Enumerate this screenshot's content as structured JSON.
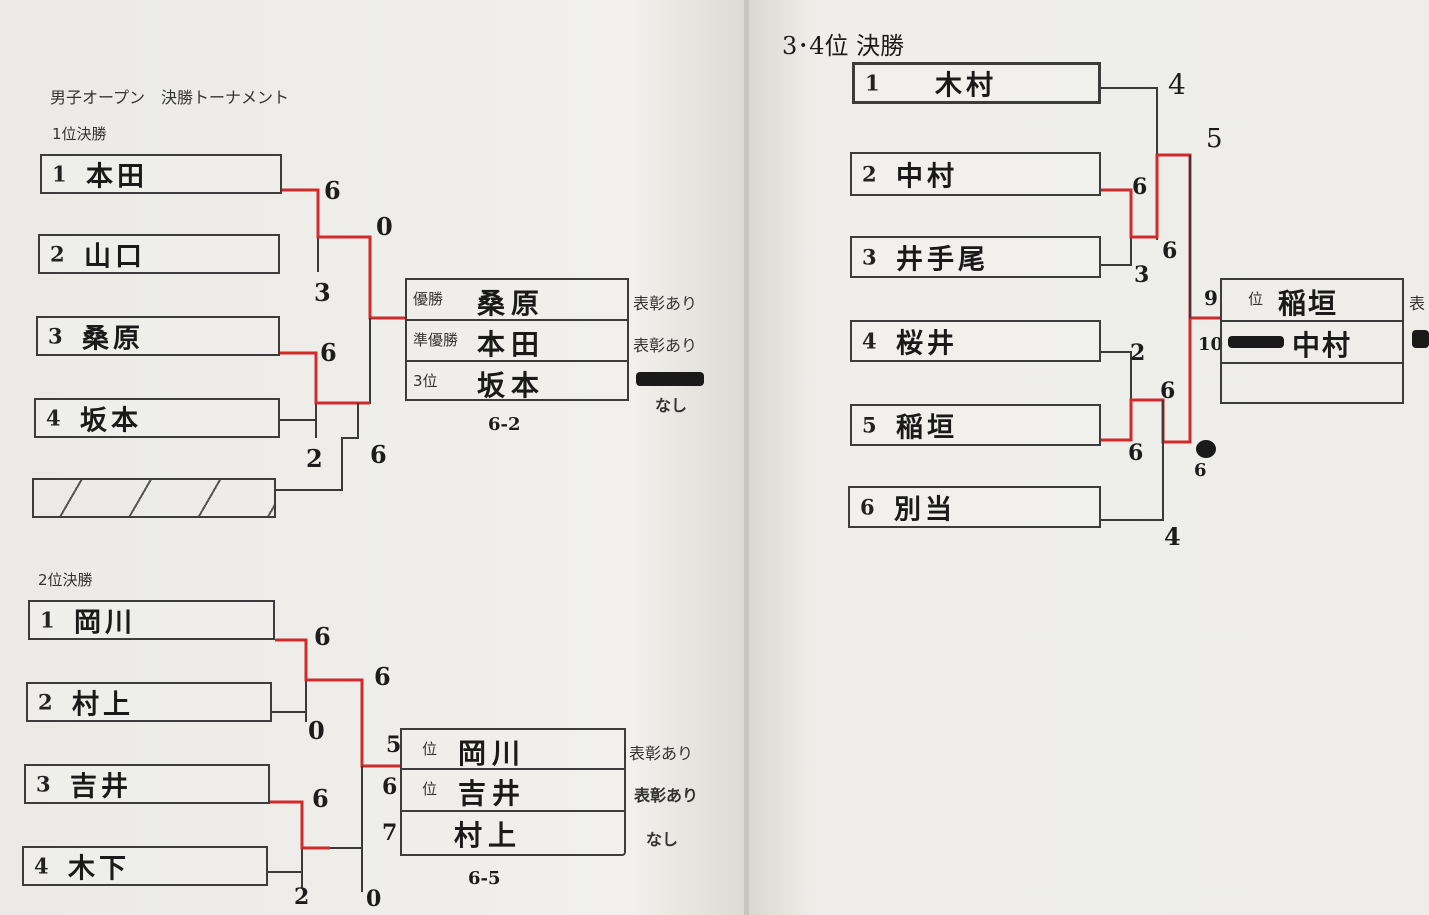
{
  "document": {
    "title": "男子オープン　決勝トーナメント",
    "sections": {
      "first_place": {
        "heading": "1位決勝",
        "players": [
          {
            "seed": "1",
            "name": "本田"
          },
          {
            "seed": "2",
            "name": "山口"
          },
          {
            "seed": "3",
            "name": "桑原"
          },
          {
            "seed": "4",
            "name": "坂本"
          },
          {
            "seed": "",
            "name": ""
          }
        ],
        "scores": {
          "s1": "6",
          "s2": "3",
          "s3": "6",
          "s4": "2",
          "semi_top": "0",
          "semi_bottom": "6"
        },
        "results": [
          {
            "rank": "優勝",
            "name": "桑原",
            "award": "表彰あり"
          },
          {
            "rank": "準優勝",
            "name": "本田",
            "award": "表彰あり"
          },
          {
            "rank": "3位",
            "name": "坂本",
            "award": "なし"
          }
        ],
        "final_score": "6-2"
      },
      "second_place": {
        "heading": "2位決勝",
        "players": [
          {
            "seed": "1",
            "name": "岡川"
          },
          {
            "seed": "2",
            "name": "村上"
          },
          {
            "seed": "3",
            "name": "吉井"
          },
          {
            "seed": "4",
            "name": "木下"
          }
        ],
        "scores": {
          "s1": "6",
          "s2": "0",
          "s3": "6",
          "s4": "2",
          "semi_top": "6",
          "semi_bottom": "0"
        },
        "results": [
          {
            "num": "5",
            "rank": "位",
            "name": "岡川",
            "award": "表彰あり"
          },
          {
            "num": "6",
            "rank": "位",
            "name": "吉井",
            "award": "表彰あり"
          },
          {
            "num": "7",
            "rank": "",
            "name": "村上",
            "award": "なし"
          }
        ],
        "final_score": "6-5"
      },
      "third_fourth": {
        "heading": "3･4位 決勝",
        "players": [
          {
            "seed": "1",
            "name": "木村"
          },
          {
            "seed": "2",
            "name": "中村"
          },
          {
            "seed": "3",
            "name": "井手尾"
          },
          {
            "seed": "4",
            "name": "桜井"
          },
          {
            "seed": "5",
            "name": "稲垣"
          },
          {
            "seed": "6",
            "name": "別当"
          }
        ],
        "scores": {
          "top": "4",
          "top2": "5",
          "r1a": "6",
          "r1b": "3",
          "r1c": "6",
          "r2a": "2",
          "r2b": "6",
          "r2c": "6",
          "bottom": "4",
          "final_bottom": "6"
        },
        "results": [
          {
            "num": "9",
            "rank": "位",
            "name": "稲垣",
            "award": "表"
          },
          {
            "num": "10",
            "rank": "",
            "name": "中村",
            "award": ""
          },
          {
            "num": "",
            "rank": "",
            "name": "",
            "award": ""
          }
        ]
      }
    }
  }
}
